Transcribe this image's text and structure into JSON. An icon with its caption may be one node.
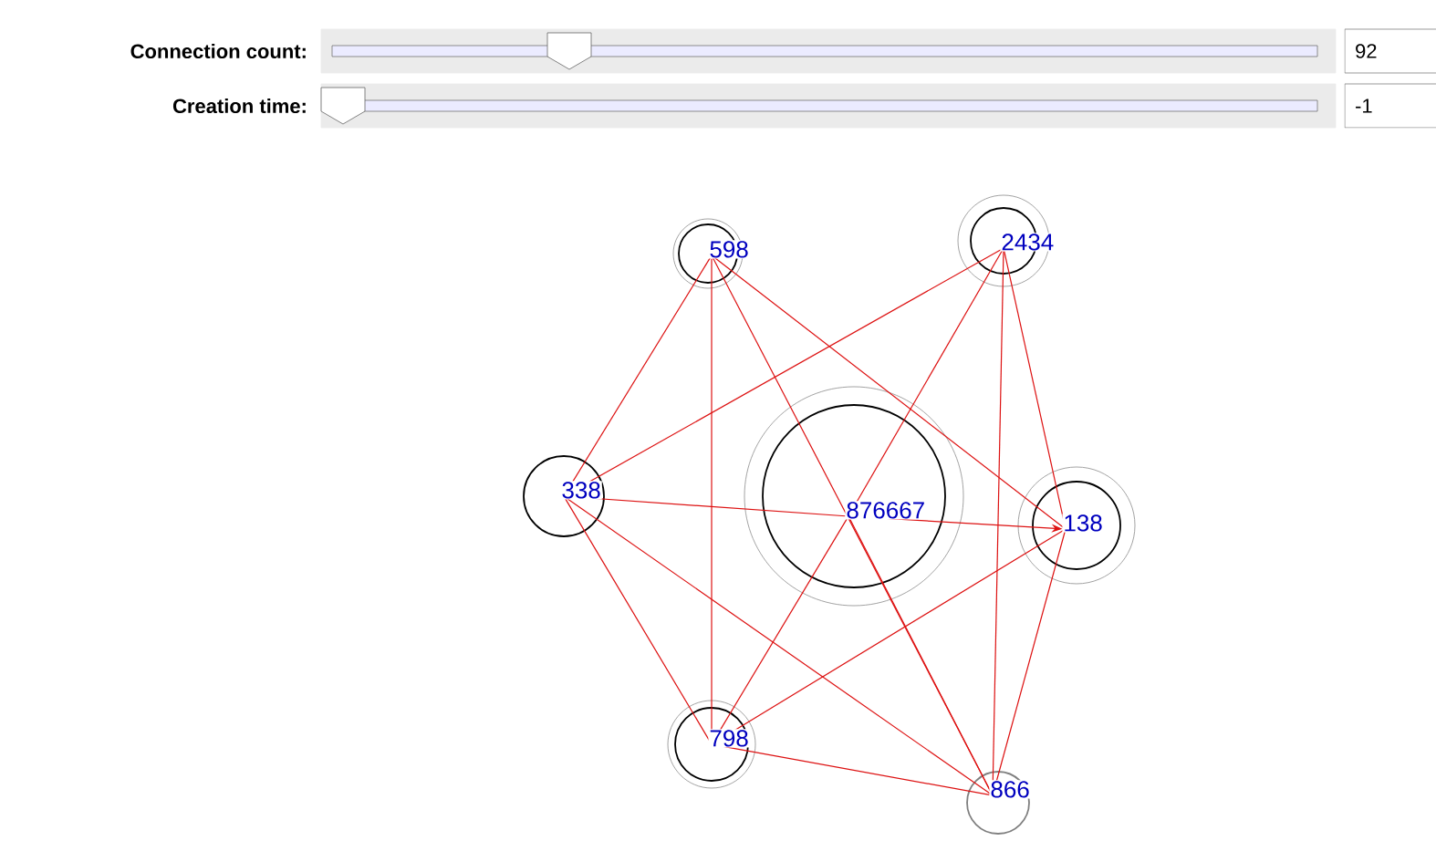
{
  "diagram": {
    "nodes": [
      {
        "text": [
          "598"
        ]
      },
      {
        "text": [
          "2434"
        ]
      },
      {
        "text": [
          "338"
        ]
      },
      {
        "text": [
          "876667"
        ]
      },
      {
        "text": [
          "138"
        ]
      },
      {
        "text": [
          "798"
        ]
      },
      {
        "text": [
          "866"
        ]
      }
    ],
    "edges": [
      {
        "from": 2,
        "to": 0,
        "arrow": "none"
      },
      {
        "from": 2,
        "to": 1,
        "arrow": "none"
      },
      {
        "from": 3,
        "to": 4,
        "arrow": "to"
      },
      {
        "from": 2,
        "to": 3,
        "arrow": "none"
      },
      {
        "from": 2,
        "to": 5,
        "arrow": "none"
      },
      {
        "from": 2,
        "to": 6,
        "arrow": "none"
      },
      {
        "from": 0,
        "to": 5,
        "arrow": "none"
      },
      {
        "from": 0,
        "to": 6,
        "arrow": "none"
      },
      {
        "from": 0,
        "to": 4,
        "arrow": "none"
      },
      {
        "from": 1,
        "to": 3,
        "arrow": "none"
      },
      {
        "from": 3,
        "to": 5,
        "arrow": "none"
      },
      {
        "from": 1,
        "to": 6,
        "arrow": "none"
      },
      {
        "from": 1,
        "to": 4,
        "arrow": "none"
      },
      {
        "from": 4,
        "to": 5,
        "arrow": "none"
      },
      {
        "from": 4,
        "to": 6,
        "arrow": "none"
      },
      {
        "from": 5,
        "to": 6,
        "arrow": "none"
      },
      {
        "from": 3,
        "to": 6,
        "arrow": "none"
      }
    ],
    "labels": [
      "Connection count:",
      "92",
      "Creation time:",
      "-1"
    ]
  }
}
